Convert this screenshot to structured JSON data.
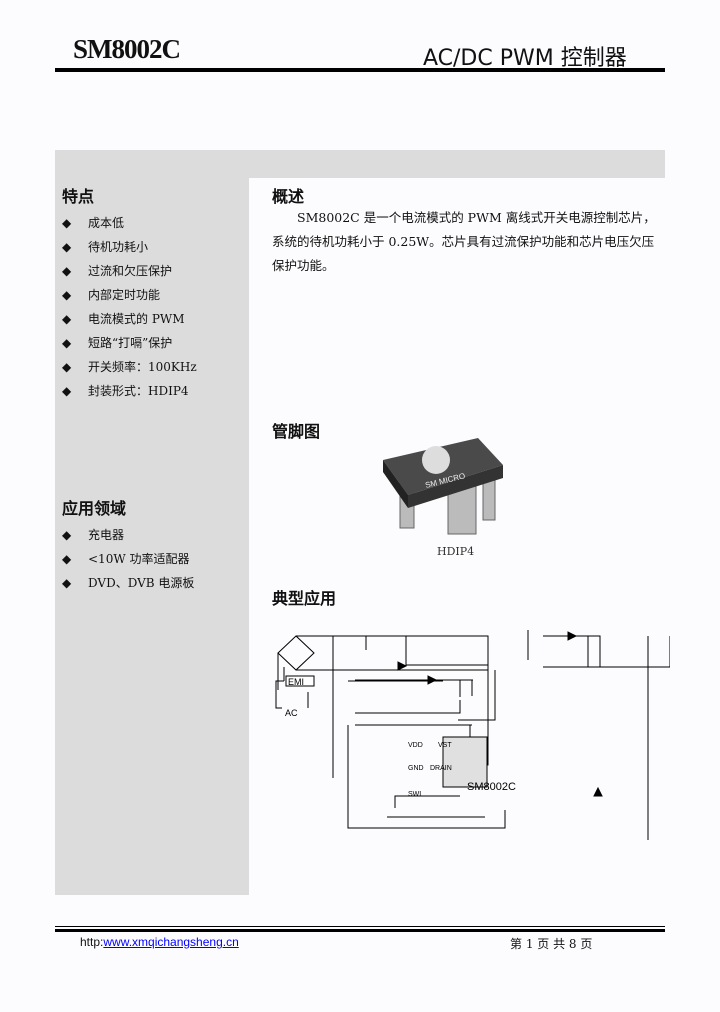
{
  "header": {
    "model": "SM8002C",
    "title": "AC/DC PWM 控制器"
  },
  "features": {
    "heading": "特点",
    "items": [
      "成本低",
      "待机功耗小",
      "过流和欠压保护",
      "内部定时功能",
      "电流模式的 PWM",
      "短路“打嗝”保护",
      "开关频率：100KHz",
      "封装形式：HDIP4"
    ]
  },
  "applications": {
    "heading": "应用领域",
    "items": [
      "充电器",
      "<10W 功率适配器",
      "DVD、DVB 电源板"
    ]
  },
  "overview": {
    "heading": "概述",
    "text": "SM8002C 是一个电流模式的 PWM 离线式开关电源控制芯片，系统的待机功耗小于 0.25W。芯片具有过流保护功能和芯片电压欠压保护功能。"
  },
  "pin_diagram": {
    "heading": "管脚图",
    "chip_marking": "SM MICRO",
    "package": "HDIP4"
  },
  "typical_application": {
    "heading": "典型应用",
    "labels": {
      "emi": "EMI",
      "ac": "AC",
      "vdd": "VDD",
      "gnd": "GND",
      "drain": "DRAIN",
      "vst": "VST",
      "swi": "SWI",
      "chip": "SM8002C"
    }
  },
  "footer": {
    "prefix": "http:",
    "url": "www.xmqichangsheng.cn",
    "page": "第 1 页  共 8 页"
  },
  "symbol": "diamond-bullet"
}
